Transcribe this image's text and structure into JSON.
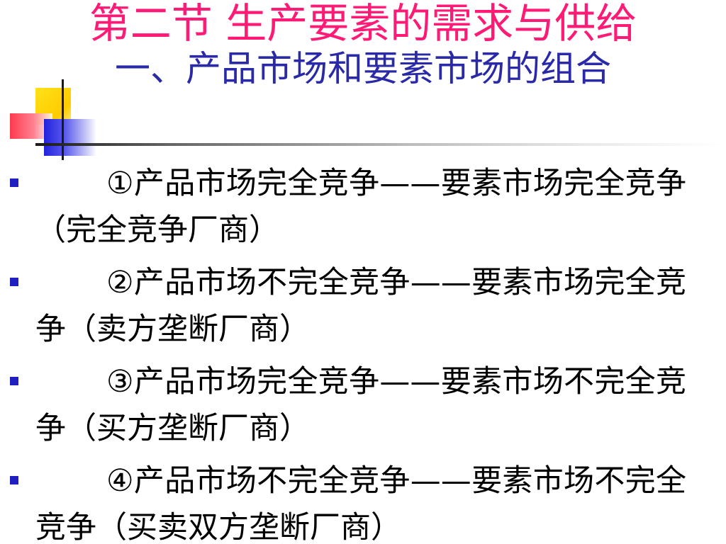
{
  "colors": {
    "title_main": "#ff1a75",
    "title_sub": "#2a2aa8",
    "bullet": "#2020c0",
    "text": "#000000"
  },
  "slide": {
    "title": "第二节  生产要素的需求与供给",
    "subtitle": "一、产品市场和要素市场的组合",
    "items": [
      {
        "text": "①产品市场完全竞争——要素市场完全竞争（完全竞争厂商）"
      },
      {
        "text": "②产品市场不完全竞争——要素市场完全竞争（卖方垄断厂商）"
      },
      {
        "text": "③产品市场完全竞争——要素市场不完全竞争（买方垄断厂商）"
      },
      {
        "text": "④产品市场不完全竞争——要素市场不完全竞争（买卖双方垄断厂商）"
      }
    ]
  }
}
